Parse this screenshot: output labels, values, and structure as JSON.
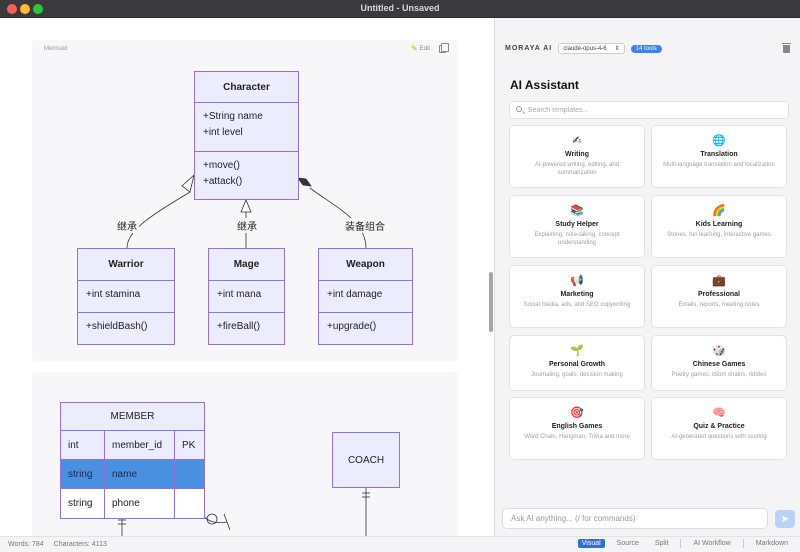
{
  "window": {
    "title": "Untitled - Unsaved"
  },
  "editor": {
    "mermaid_label": "Mermaid",
    "edit_label": "Edit",
    "class_diagram": {
      "classes": [
        {
          "name": "Character",
          "attributes": [
            "+String name",
            "+int level"
          ],
          "methods": [
            "+move()",
            "+attack()"
          ]
        },
        {
          "name": "Warrior",
          "attributes": [
            "+int stamina"
          ],
          "methods": [
            "+shieldBash()"
          ]
        },
        {
          "name": "Mage",
          "attributes": [
            "+int mana"
          ],
          "methods": [
            "+fireBall()"
          ]
        },
        {
          "name": "Weapon",
          "attributes": [
            "+int damage"
          ],
          "methods": [
            "+upgrade()"
          ]
        }
      ],
      "edge_labels": [
        "继承",
        "继承",
        "装备组合"
      ]
    },
    "er_diagram": {
      "member": {
        "name": "MEMBER",
        "rows": [
          [
            "int",
            "member_id",
            "PK"
          ],
          [
            "string",
            "name",
            ""
          ],
          [
            "string",
            "phone",
            ""
          ]
        ]
      },
      "coach": {
        "name": "COACH"
      }
    }
  },
  "assistant": {
    "brand": "MORAYA AI",
    "model": "claude-opus-4-6",
    "tools_badge": "14 tools",
    "title": "AI Assistant",
    "search_placeholder": "Search templates...",
    "templates": [
      {
        "icon": "✍",
        "title": "Writing",
        "desc": "AI-powered writing, editing, and summarization"
      },
      {
        "icon": "🌐",
        "title": "Translation",
        "desc": "Multi-language translation and localization"
      },
      {
        "icon": "📚",
        "title": "Study Helper",
        "desc": "Explaining, note-taking, concept understanding"
      },
      {
        "icon": "🌈",
        "title": "Kids Learning",
        "desc": "Stories, fun learning, interactive games"
      },
      {
        "icon": "📢",
        "title": "Marketing",
        "desc": "Social media, ads, and SEO copywriting"
      },
      {
        "icon": "💼",
        "title": "Professional",
        "desc": "Emails, reports, meeting notes"
      },
      {
        "icon": "🌱",
        "title": "Personal Growth",
        "desc": "Journaling, goals, decision making"
      },
      {
        "icon": "🎲",
        "title": "Chinese Games",
        "desc": "Poetry games, idiom chains, riddles"
      },
      {
        "icon": "🎯",
        "title": "English Games",
        "desc": "Word Chain, Hangman, Trivia and more"
      },
      {
        "icon": "🧠",
        "title": "Quiz & Practice",
        "desc": "AI-generated questions with scoring"
      }
    ],
    "ask_placeholder": "Ask AI anything... (/ for commands)",
    "send_icon": "arrow-right"
  },
  "statusbar": {
    "words": "Words: 784",
    "characters": "Characters: 4113",
    "modes": [
      "Visual",
      "Source",
      "Split"
    ],
    "active_mode": "Visual",
    "ai_workflow": "AI Workflow",
    "markdown": "Markdown"
  }
}
